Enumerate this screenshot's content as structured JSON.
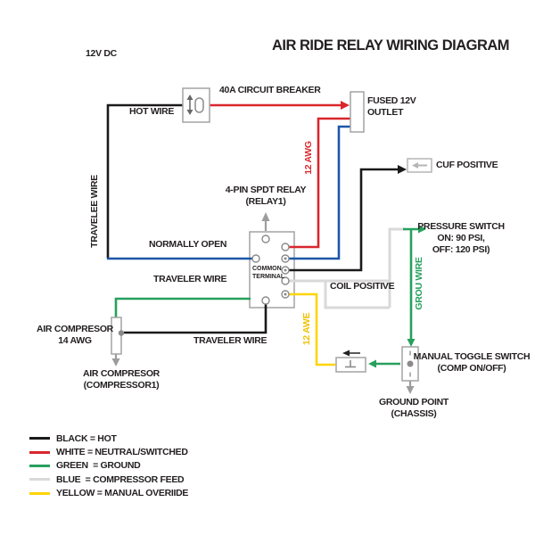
{
  "title": "AIR RIDE RELAY WIRING DIAGRAM",
  "power_source": "12V DC",
  "components": {
    "circuit_breaker": "40A CIRCUIT BREAKER",
    "fused_outlet_line1": "FUSED 12V",
    "fused_outlet_line2": "OUTLET",
    "cuf_positive": "CUF POSITIVE",
    "relay_line1": "4-PIN SPDT RELAY",
    "relay_line2": "(RELAY1)",
    "relay_terminal_line1": "COMMON",
    "relay_terminal_line2": "TERMINAL",
    "coil_positive": "COIL POSITIVE",
    "pressure_switch_line1": "PRESSURE SWITCH",
    "pressure_switch_line2": "ON: 90 PSI,",
    "pressure_switch_line3": "OFF: 120 PSI)",
    "toggle_switch_line1": "MANUAL TOGGLE SWITCH",
    "toggle_switch_line2": "(COMP ON/OFF)",
    "ground_point_line1": "GROUND POINT",
    "ground_point_line2": "(CHASSIS)",
    "compressor_feed_line1": "AIR COMPRESOR",
    "compressor_feed_line2": "14 AWG",
    "compressor_line1": "AIR COMPRESOR",
    "compressor_line2": "(COMPRESSOR1)"
  },
  "wire_labels": {
    "hot_wire": "HOT WIRE",
    "travelee_wire": "TRAVELEE WIRE",
    "normally_open": "NORMALLY OPEN",
    "traveler_wire_top": "TRAVELER WIRE",
    "traveler_wire_bottom": "TRAVELER WIRE",
    "gauge_12awg": "12 AWG",
    "gauge_12awe": "12 AWE",
    "ground_wire": "GROU WIRE"
  },
  "legend": {
    "items": [
      {
        "name": "black",
        "hex": "#1a1a1a",
        "label": "BLACK = HOT"
      },
      {
        "name": "red",
        "hex": "#d9262c",
        "label": "WHITE = NEUTRAL/SWITCHED"
      },
      {
        "name": "green",
        "hex": "#27a05d",
        "label": "GREEN  = GROUND"
      },
      {
        "name": "gray",
        "hex": "#d9d9d9",
        "label": "BLUE  = COMPRESSOR FEED"
      },
      {
        "name": "yellow",
        "hex": "#fdd404",
        "label": "YELLOW = MANUAL OVERIIDE"
      }
    ]
  },
  "colors": {
    "hot_black": "#1a1a1a",
    "switched_red": "#d9262c",
    "ground_green": "#27a05d",
    "feed_blue": "#1d57a8",
    "compressor_white": "#d9d9d9",
    "override_yellow": "#fdd404"
  }
}
